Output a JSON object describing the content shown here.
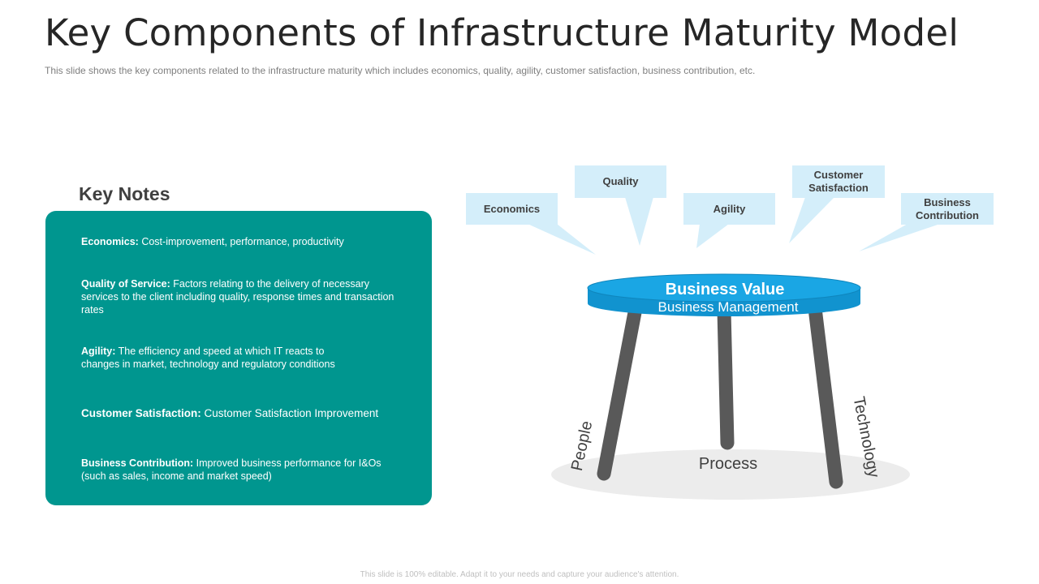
{
  "header": {
    "title": "Key Components of Infrastructure Maturity Model",
    "subtitle": "This slide shows the key components related to the infrastructure maturity which includes economics, quality, agility, customer satisfaction, business contribution, etc."
  },
  "key_notes": {
    "heading": "Key Notes",
    "items": [
      {
        "label": "Economics:",
        "text": " Cost-improvement,  performance,  productivity"
      },
      {
        "label": "Quality of Service:",
        "text": " Factors relating to the delivery  of necessary services to the client including quality, response times and transaction rates"
      },
      {
        "label": "Agility:",
        "text": " The efficiency and speed at which IT reacts to changes in market, technology and regulatory conditions"
      },
      {
        "label": "Customer Satisfaction:",
        "text": " Customer Satisfaction Improvement"
      },
      {
        "label": "Business Contribution:",
        "text": " Improved business performance  for I&Os (such as sales, income and market speed)"
      }
    ]
  },
  "diagram": {
    "bubbles": [
      "Economics",
      "Quality",
      "Agility",
      "Customer Satisfaction",
      "Business Contribution"
    ],
    "table_top_title": "Business Value",
    "table_top_subtitle": "Business Management",
    "legs": {
      "left": "People",
      "middle": "Process",
      "right": "Technology"
    },
    "colors": {
      "bubble_fill": "#d4eefa",
      "table_top": "#1aa6e4",
      "table_rim": "#1193cf",
      "legs": "#595959",
      "shadow": "#ececec",
      "panel": "#00968f"
    }
  },
  "footer": {
    "text": "This slide is 100% editable. Adapt it to your needs and capture your audience's attention."
  }
}
